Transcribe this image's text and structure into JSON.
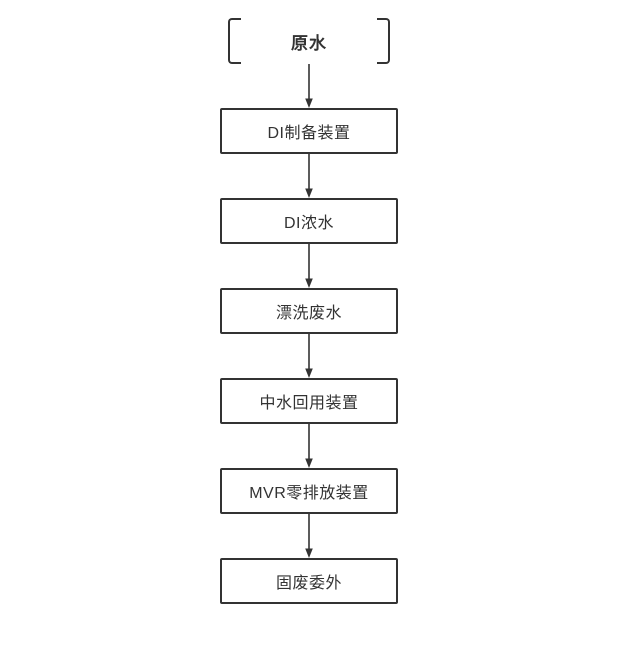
{
  "diagram": {
    "title": "water-treatment-process-flow",
    "source_node": {
      "label": "原水",
      "shape": "bracket"
    },
    "nodes": [
      {
        "label": "DI制备装置",
        "shape": "rect"
      },
      {
        "label": "DI浓水",
        "shape": "rect"
      },
      {
        "label": "漂洗废水",
        "shape": "rect"
      },
      {
        "label": "中水回用装置",
        "shape": "rect"
      },
      {
        "label": "MVR零排放装置",
        "shape": "rect"
      },
      {
        "label": "固废委外",
        "shape": "rect"
      }
    ],
    "connectors": {
      "count": 6,
      "style": "straight-down-arrow"
    },
    "colors": {
      "stroke": "#333333",
      "text": "#333333",
      "background": "#ffffff"
    }
  }
}
